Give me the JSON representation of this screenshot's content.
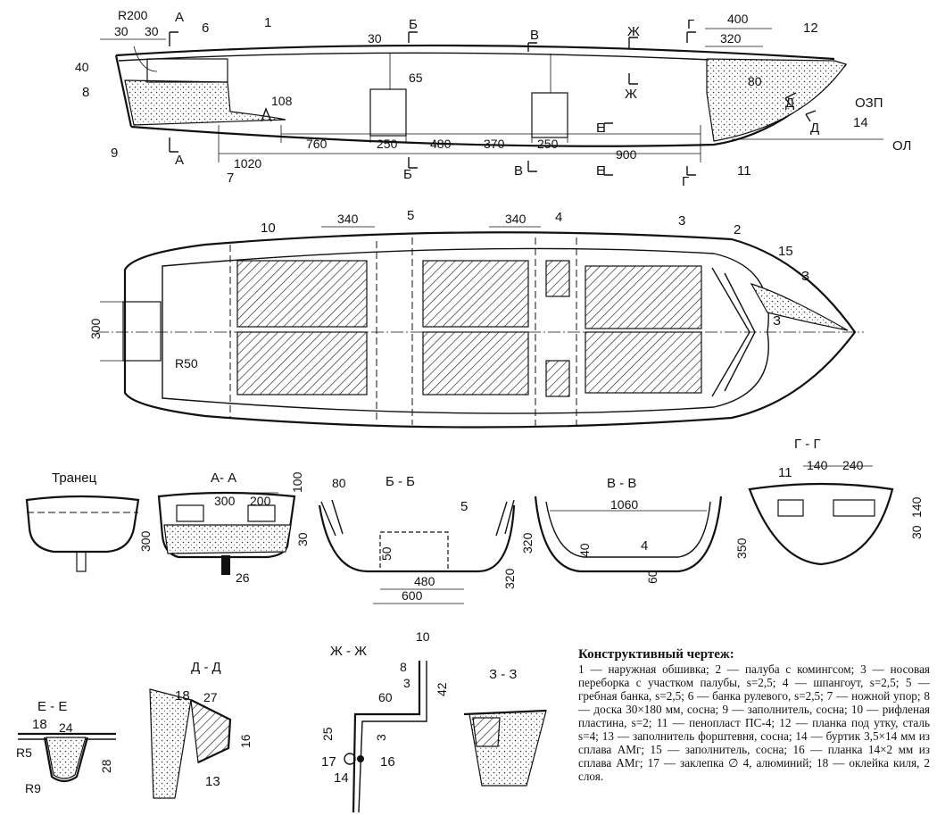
{
  "side_view": {
    "callouts": [
      "1",
      "6",
      "12",
      "8",
      "9",
      "7",
      "11",
      "14"
    ],
    "radius": "R200",
    "dims": {
      "t30a": "30",
      "t30b": "30",
      "t30c": "30",
      "t400": "400",
      "t320": "320",
      "t40": "40",
      "t80": "80",
      "t65": "65",
      "t108": "108",
      "b760": "760",
      "b1020": "1020",
      "b250a": "250",
      "b480": "480",
      "b370": "370",
      "b250b": "250",
      "b900": "900"
    },
    "section_letters": {
      "a": "А",
      "b": "Б",
      "v": "В",
      "zh": "Ж",
      "g": "Г",
      "e": "Е",
      "d": "Д"
    },
    "labels": {
      "ozp": "ОЗП",
      "ol": "ОЛ"
    }
  },
  "plan_view": {
    "callouts": [
      "10",
      "5",
      "4",
      "3",
      "2",
      "15"
    ],
    "dims": {
      "d340a": "340",
      "d340b": "340",
      "d300": "300"
    },
    "radius": "R50",
    "section_letter": "З"
  },
  "sections": {
    "tranec": {
      "title": "Транец"
    },
    "aa": {
      "title": "А- А",
      "d300": "300",
      "d200": "200",
      "d100": "100",
      "d300v": "300",
      "d30": "30",
      "d26": "26"
    },
    "bb": {
      "title": "Б - Б",
      "d80": "80",
      "d50": "50",
      "d480": "480",
      "d600": "600",
      "num5": "5"
    },
    "vv": {
      "title": "В - В",
      "d1060": "1060",
      "d320a": "320",
      "d320b": "320",
      "d40": "40",
      "d60": "60",
      "num4": "4"
    },
    "gg": {
      "title": "Г - Г",
      "num11": "11",
      "d140": "140",
      "d240": "240",
      "d140v": "140",
      "d30": "30",
      "d350": "350"
    },
    "ee": {
      "title": "Е - Е",
      "num18": "18",
      "d24": "24",
      "d28": "28",
      "r5": "R5",
      "r9": "R9"
    },
    "dd": {
      "title": "Д - Д",
      "num18": "18",
      "d27": "27",
      "d16": "16",
      "num13": "13"
    },
    "zhzh": {
      "title": "Ж - Ж",
      "d10": "10",
      "d8": "8",
      "d3a": "3",
      "d42": "42",
      "d60": "60",
      "d25": "25",
      "d3b": "3",
      "num17": "17",
      "num16": "16",
      "num14": "14"
    },
    "zz": {
      "title": "З - З"
    }
  },
  "legend": {
    "title": "Конструктивный чертеж:",
    "text": "1 — наружная обшивка; 2 — палуба с комингсом; 3 — носовая переборка с участком палубы, s=2,5; 4 — шпангоут, s=2,5; 5 — гребная банка, s=2,5; 6 — банка рулевого, s=2,5; 7 — ножной упор; 8 — доска 30×180 мм, сосна; 9 — заполнитель, сосна; 10 — рифленая пластина, s=2; 11 — пенопласт ПС-4; 12 — планка под утку, сталь s=4; 13 — заполнитель форштевня, сосна; 14 — буртик 3,5×14 мм из сплава АМг; 15 — заполнитель, сосна; 16 — планка 14×2 мм из сплава АМг; 17 — заклепка ∅ 4, алюминий; 18 — оклейка киля, 2 слоя."
  }
}
